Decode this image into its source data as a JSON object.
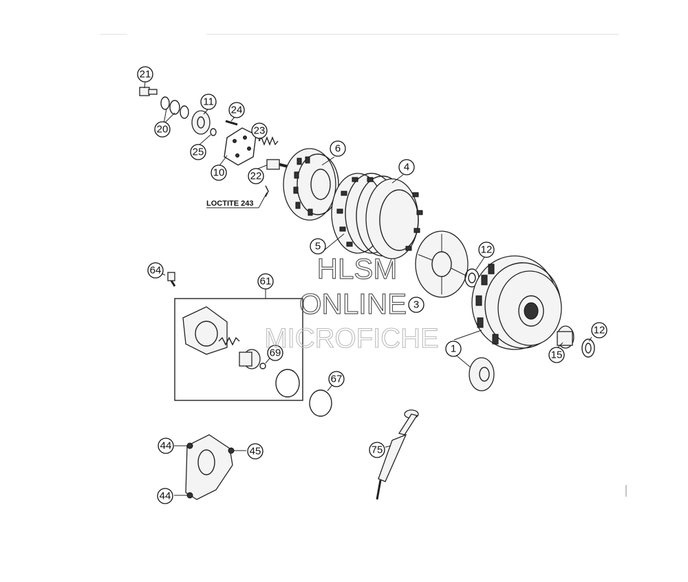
{
  "diagram": {
    "callouts": [
      "21",
      "11",
      "24",
      "20",
      "23",
      "25",
      "10",
      "22",
      "6",
      "4",
      "5",
      "12",
      "3",
      "1",
      "12",
      "15",
      "64",
      "61",
      "69",
      "67",
      "44",
      "45",
      "44",
      "75"
    ],
    "note": "LOCTITE 243"
  },
  "watermark": {
    "line1": "HLSM",
    "line2": "ONLINE",
    "line3": "MICROFICHE"
  }
}
